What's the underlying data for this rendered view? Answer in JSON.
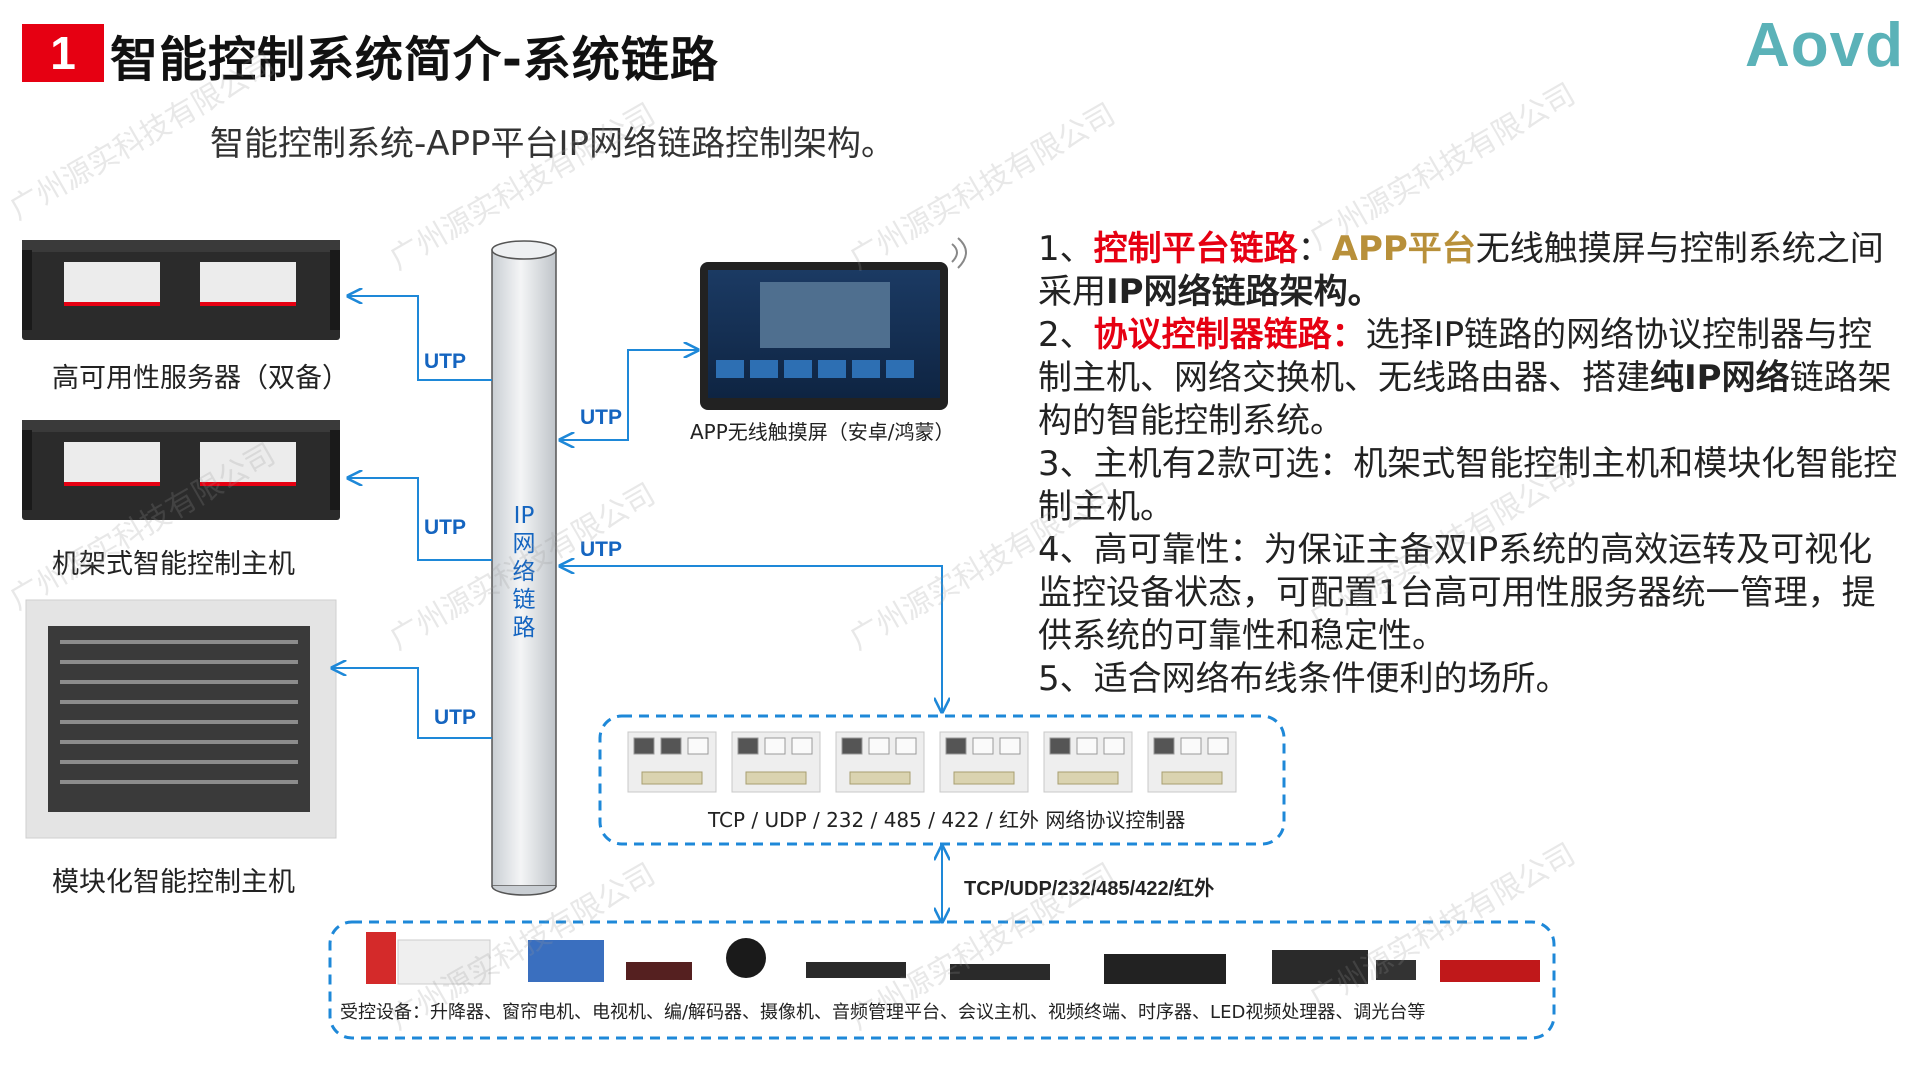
{
  "header": {
    "slide_number": "1",
    "title": "智能控制系统简介-系统链路",
    "logo": "Aovd"
  },
  "subtitle": "智能控制系统-APP平台IP网络链路控制架构。",
  "devices": {
    "server_label": "高可用性服务器（双备）",
    "rack_host_label": "机架式智能控制主机",
    "modular_host_label": "模块化智能控制主机",
    "touch_panel_label": "APP无线触摸屏（安卓/鸿蒙）"
  },
  "network": {
    "ip_link_label": [
      "IP",
      "网",
      "络",
      "链",
      "路"
    ],
    "utp_labels": [
      "UTP",
      "UTP",
      "UTP",
      "UTP",
      "UTP"
    ]
  },
  "controllers": {
    "caption": "TCP / UDP / 232 / 485 / 422 / 红外 网络协议控制器",
    "count": 6,
    "link_label": "TCP/UDP/232/485/422/红外"
  },
  "controlled_devices": {
    "caption": "受控设备：升降器、窗帘电机、电视机、编/解码器、摄像机、音频管理平台、会议主机、视频终端、时序器、LED视频处理器、调光台等"
  },
  "description": {
    "item1": {
      "prefix": "1、",
      "highlight": "控制平台链路",
      "sep": "：",
      "app": "APP平台",
      "text": "无线触摸屏与控制系统之间采用",
      "bold": "IP网络链路架构。"
    },
    "item2": {
      "prefix": "2、",
      "highlight": "协议控制器链路：",
      "text": "选择IP链路的网络协议控制器与控制主机、网络交换机、无线路由器、搭建",
      "bold": "纯IP网络",
      "tail": "链路架构的智能控制系统。"
    },
    "item3": "3、主机有2款可选：机架式智能控制主机和模块化智能控制主机。",
    "item4": "4、高可靠性：为保证主备双IP系统的高效运转及可视化监控设备状态，可配置1台高可用性服务器统一管理，提供系统的可靠性和稳定性。",
    "item5": "5、适合网络布线条件便利的场所。"
  },
  "watermark": "广州源实科技有限公司",
  "colors": {
    "accent_red": "#e60012",
    "logo_teal": "#5bb2b8",
    "link_blue": "#1e88d8",
    "app_gold": "#b8903a"
  }
}
